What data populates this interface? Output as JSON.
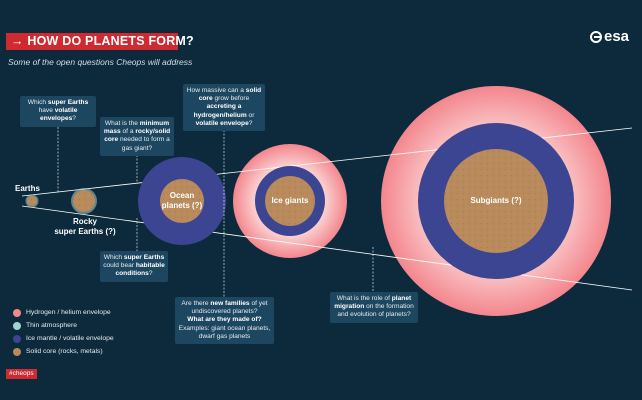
{
  "header": {
    "title": "HOW DO PLANETS FORM?",
    "title_arrow": "→",
    "subtitle": "Some of the open questions Cheops will address",
    "logo": "esa"
  },
  "planet_labels": {
    "earths": "Earths",
    "rocky_line1": "Rocky",
    "rocky_line2": "super Earths (?)",
    "ocean_line1": "Ocean",
    "ocean_line2": "planets (?)",
    "ice_giants": "Ice giants",
    "subgiants": "Subgiants (?)"
  },
  "questions": {
    "q1": {
      "pre": "Which ",
      "b1": "super Earths",
      "mid": " have ",
      "b2": "volatile envelopes",
      "post": "?"
    },
    "q2": {
      "pre": "What is the ",
      "b1": "minimum mass",
      "mid": " of a ",
      "b2": "rocky/solid core",
      "post": " needed to form a gas giant?"
    },
    "q3": {
      "pre": "How massive can a ",
      "b1": "solid core",
      "mid": " grow before ",
      "b2": "accreting a hydrogen/helium",
      "mid2": " or ",
      "b3": "volatile envelope",
      "post": "?"
    },
    "q4": {
      "pre": "Which ",
      "b1": "super Earths",
      "mid": " could bear ",
      "b2": "habitable conditions",
      "post": "?"
    },
    "q5": {
      "pre": "Are there ",
      "b1": "new families",
      "mid": " of yet undiscovered planets?",
      "b2": "What are they made of?",
      "post": "Examples: giant ocean planets, dwarf gas planets"
    },
    "q6": {
      "pre": "What is the role of ",
      "b1": "planet migration",
      "post": " on the formation and evolution of planets?"
    }
  },
  "legend": [
    {
      "label": "Hydrogen / helium envelope",
      "color": "#f4878e"
    },
    {
      "label": "Thin atmosphere",
      "color": "#9fd3cf"
    },
    {
      "label": "Ice mantle / volatile envelope",
      "color": "#3b4592"
    },
    {
      "label": "Solid core (rocks, metals)",
      "color": "#b88a5c"
    }
  ],
  "hashtag": "#cheops",
  "colors": {
    "background": "#0d2a3c",
    "accent_red": "#ce2a2f",
    "envelope_outer": "#f4878e",
    "envelope_inner": "#fbd3d3",
    "ice_mantle": "#3b4592",
    "core": "#b88a5c",
    "box": "#1d4660"
  }
}
